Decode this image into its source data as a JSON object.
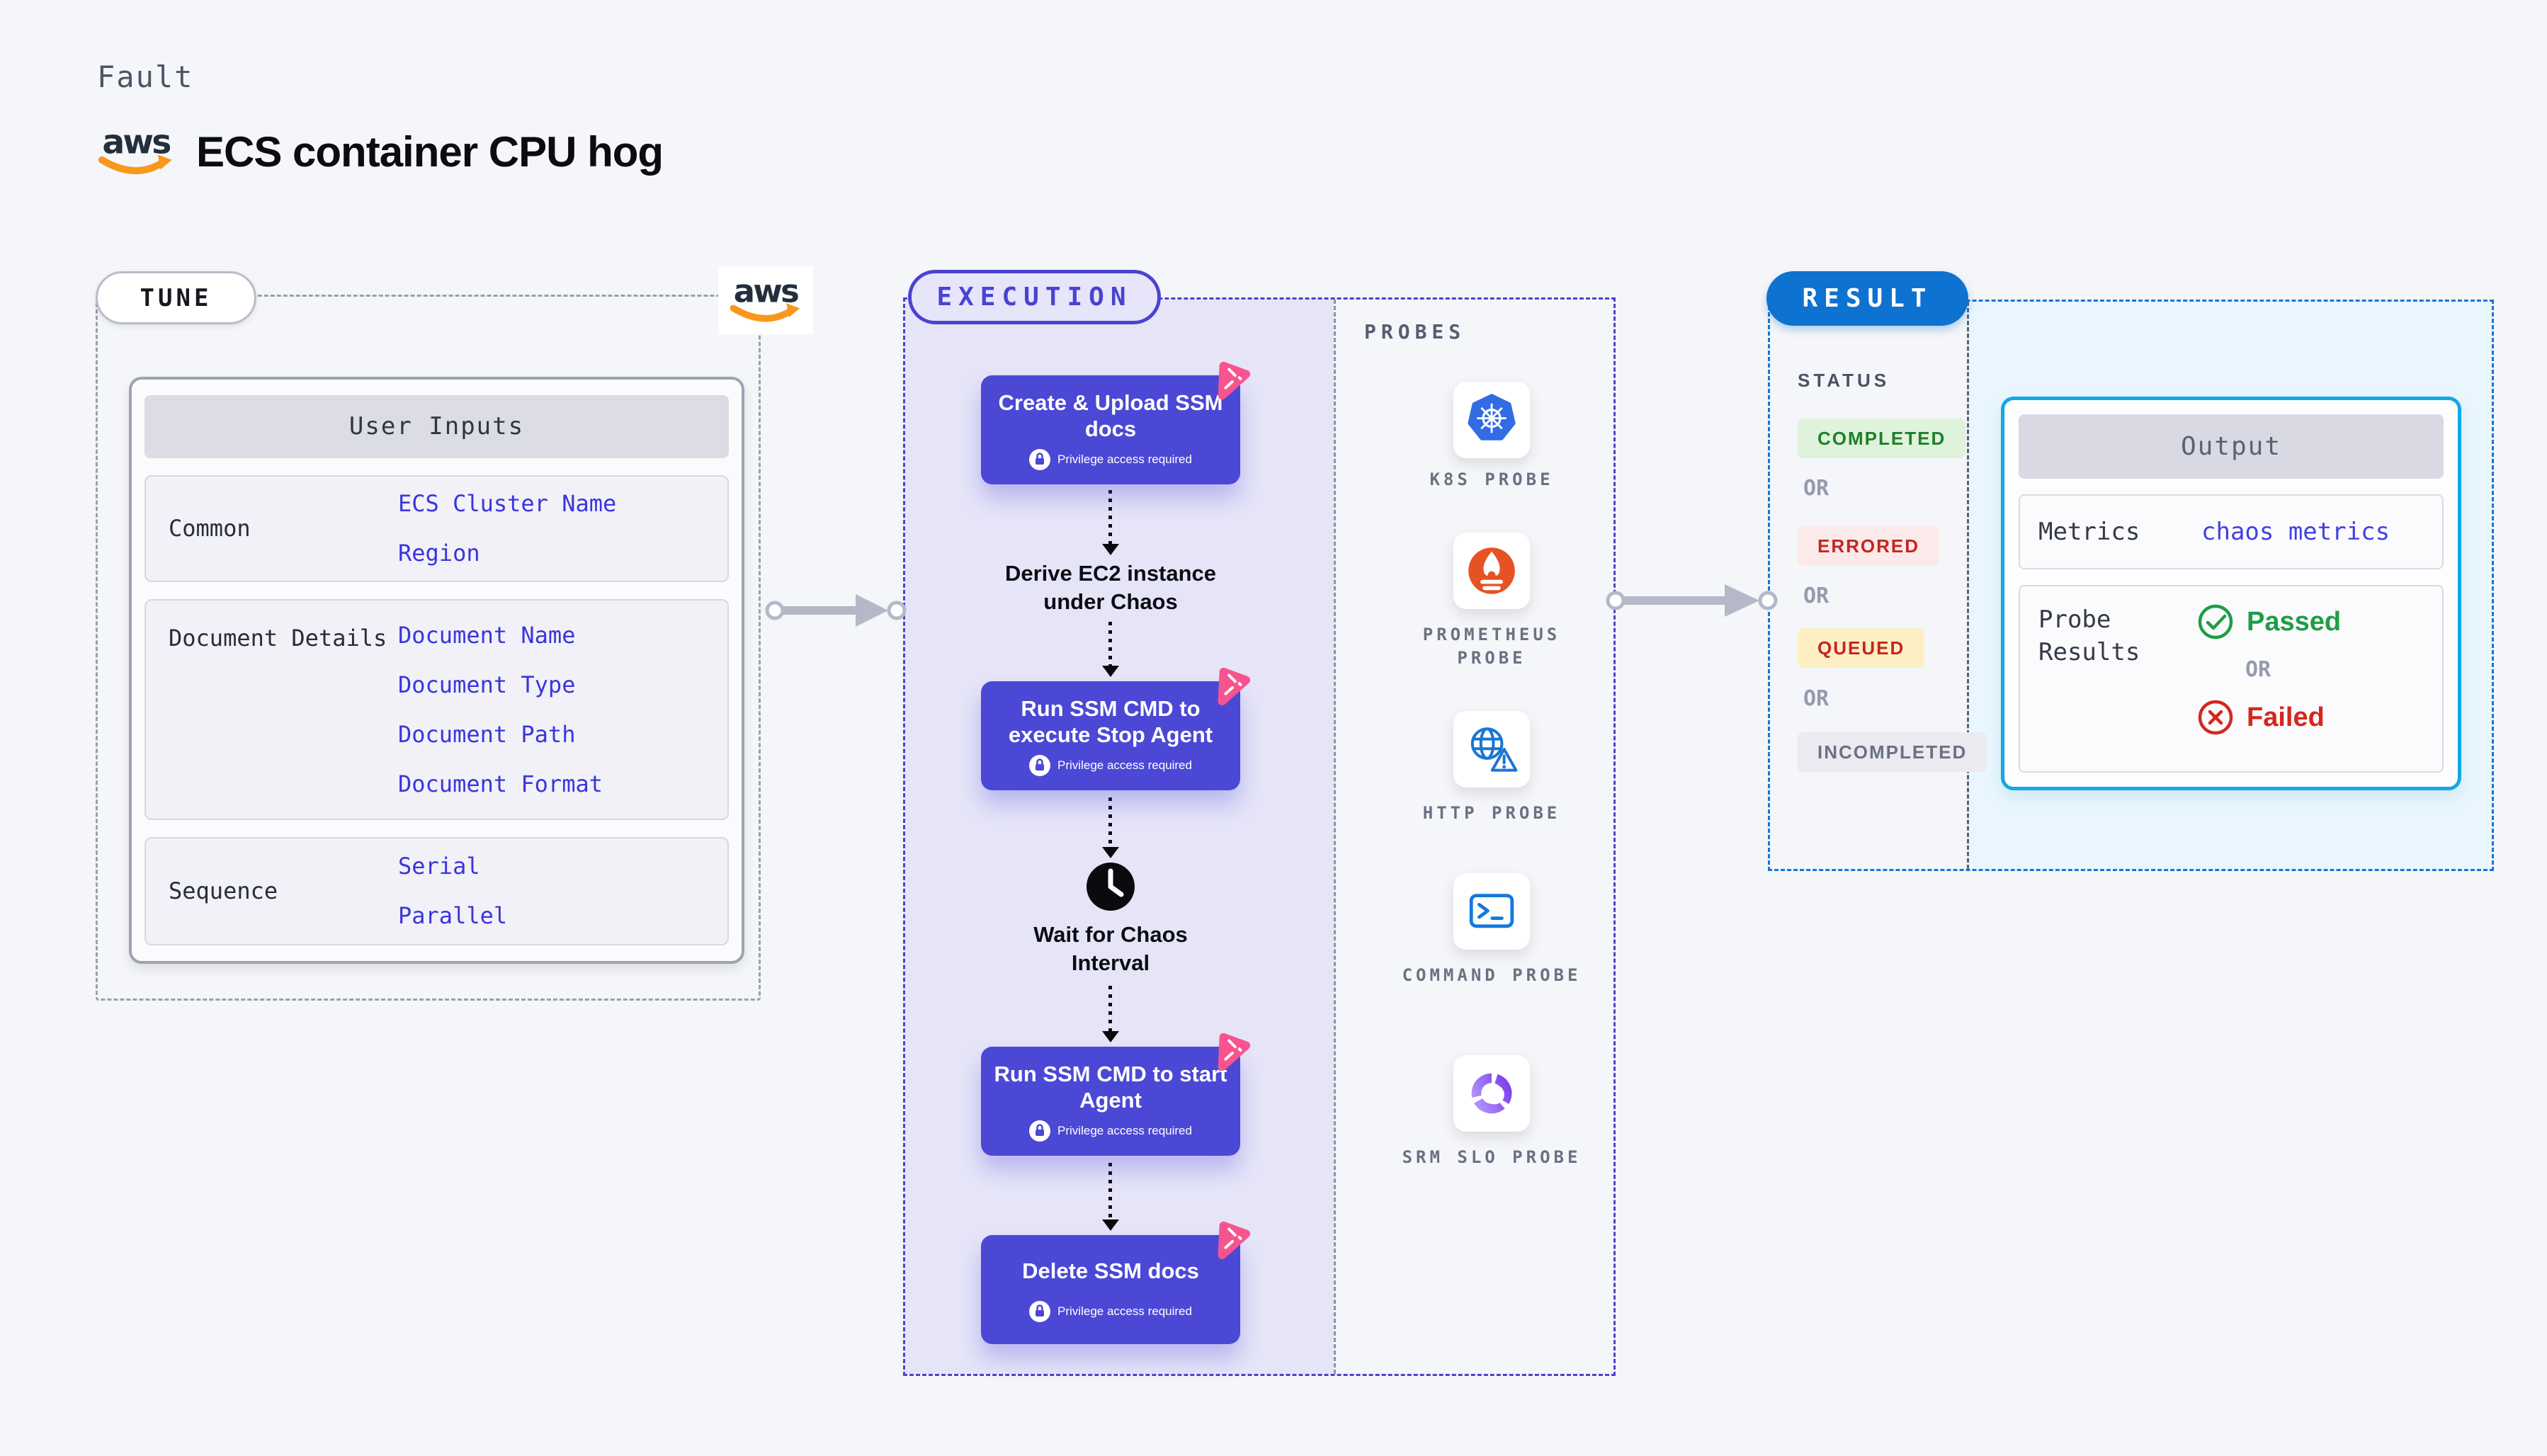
{
  "header": {
    "eyebrow": "Fault",
    "title": "ECS container CPU hog"
  },
  "tune": {
    "label": "TUNE",
    "card_header": "User Inputs",
    "rows": [
      {
        "label": "Common",
        "values": [
          "ECS Cluster Name",
          "Region"
        ]
      },
      {
        "label": "Document Details",
        "values": [
          "Document Name",
          "Document Type",
          "Document Path",
          "Document Format"
        ]
      },
      {
        "label": "Sequence",
        "values": [
          "Serial",
          "Parallel"
        ]
      }
    ]
  },
  "execution": {
    "label": "EXECUTION",
    "steps": [
      {
        "kind": "action",
        "title": "Create & Upload SSM docs",
        "badge": "Privilege access required"
      },
      {
        "kind": "text",
        "title": "Derive EC2 instance under Chaos"
      },
      {
        "kind": "action",
        "title": "Run SSM CMD to execute Stop Agent",
        "badge": "Privilege access required"
      },
      {
        "kind": "wait",
        "title": "Wait for Chaos Interval"
      },
      {
        "kind": "action",
        "title": "Run SSM CMD to start Agent",
        "badge": "Privilege access required"
      },
      {
        "kind": "action",
        "title": "Delete SSM docs",
        "badge": "Privilege access required"
      }
    ]
  },
  "probes": {
    "label": "PROBES",
    "items": [
      {
        "name": "K8S PROBE",
        "icon": "kubernetes-icon"
      },
      {
        "name": "PROMETHEUS PROBE",
        "icon": "prometheus-icon"
      },
      {
        "name": "HTTP PROBE",
        "icon": "http-globe-warning-icon"
      },
      {
        "name": "COMMAND PROBE",
        "icon": "terminal-icon"
      },
      {
        "name": "SRM SLO PROBE",
        "icon": "slo-donut-check-icon"
      }
    ]
  },
  "result": {
    "label": "RESULT",
    "status_heading": "STATUS",
    "or_label": "OR",
    "statuses": [
      {
        "label": "COMPLETED",
        "bg": "#DFF2DC",
        "color": "#1D8127"
      },
      {
        "label": "ERRORED",
        "bg": "#FBEAE9",
        "color": "#C6251F"
      },
      {
        "label": "QUEUED",
        "bg": "#FCEFC3",
        "color": "#C6251F"
      },
      {
        "label": "INCOMPLETED",
        "bg": "#EAEAF0",
        "color": "#6A7183"
      }
    ],
    "output": {
      "header": "Output",
      "metrics_label": "Metrics",
      "metrics_value": "chaos metrics",
      "probe_results_label": "Probe Results",
      "passed_label": "Passed",
      "or_label": "OR",
      "failed_label": "Failed"
    }
  },
  "colors": {
    "page_bg": "#F5F6F9",
    "step_indigo": "#4B48D6",
    "execution_border": "#4A43D0",
    "execution_fill": "#E6E5F8",
    "tune_border": "#9AA0AC",
    "result_pill_blue": "#0E72D0",
    "result_border": "#1278D8",
    "output_area_cyan": "#E9F6FD",
    "output_card_border": "#14A7E3",
    "value_blue": "#3A35DE",
    "pink_badge": "#F7548D",
    "passed_green": "#1F9D44",
    "failed_red": "#D7261D",
    "aws_orange": "#F7981D",
    "aws_navy": "#232F3E",
    "kubernetes_blue": "#326CE5",
    "prometheus_orange": "#E75225"
  }
}
